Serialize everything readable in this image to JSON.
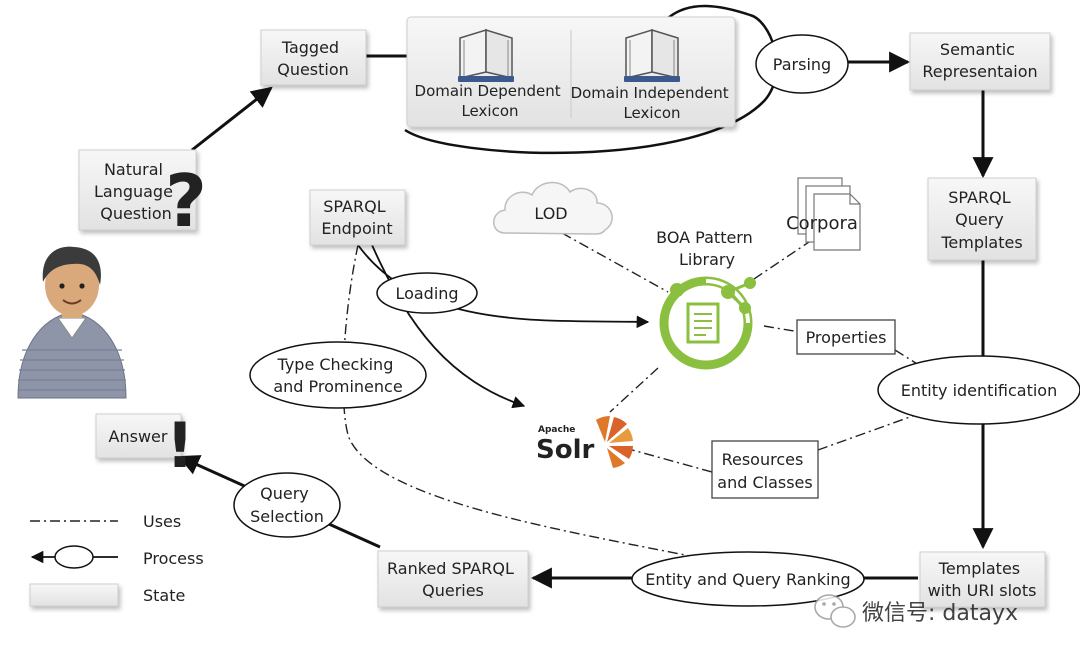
{
  "states": {
    "tagged_question": [
      "Tagged",
      "Question"
    ],
    "semantic_representation": [
      "Semantic",
      "Representaion"
    ],
    "sparql_query_templates": [
      "SPARQL",
      "Query",
      "Templates"
    ],
    "templates_uri_slots": [
      "Templates",
      "with URI slots"
    ],
    "ranked_sparql_queries": [
      "Ranked SPARQL",
      "Queries"
    ],
    "answer": [
      "Answer"
    ],
    "sparql_endpoint": [
      "SPARQL",
      "Endpoint"
    ],
    "natural_language_question": [
      "Natural",
      "Language",
      "Question"
    ],
    "properties": [
      "Properties"
    ],
    "resources_and_classes": [
      "Resources",
      "and Classes"
    ]
  },
  "lexicons": {
    "domain_dependent": [
      "Domain Dependent",
      "Lexicon"
    ],
    "domain_independent": [
      "Domain Independent",
      "Lexicon"
    ]
  },
  "processes": {
    "parsing": [
      "Parsing"
    ],
    "loading": [
      "Loading"
    ],
    "type_checking": [
      "Type Checking",
      "and Prominence"
    ],
    "entity_identification": [
      "Entity identification"
    ],
    "entity_query_ranking": [
      "Entity and Query Ranking"
    ],
    "query_selection": [
      "Query",
      "Selection"
    ]
  },
  "resources": {
    "lod": "LOD",
    "corpora": "Corpora",
    "boa": [
      "BOA Pattern",
      "Library"
    ],
    "solr_small": "Apache",
    "solr_big": "Solr"
  },
  "legend": {
    "uses": "Uses",
    "process": "Process",
    "state": "State"
  },
  "marks": {
    "question_mark": "?",
    "exclamation_mark": "!"
  },
  "watermark": "微信号: datayx",
  "colors": {
    "state_fill": "#ececec",
    "state_border": "#d4d4d4",
    "boa_green": "#8bbf3f",
    "question_red": "#e0502a",
    "solr_orange": "#e0782a",
    "person_shirt": "#8e95a8",
    "person_hair": "#3b3b3b",
    "person_skin": "#d9a97c"
  }
}
